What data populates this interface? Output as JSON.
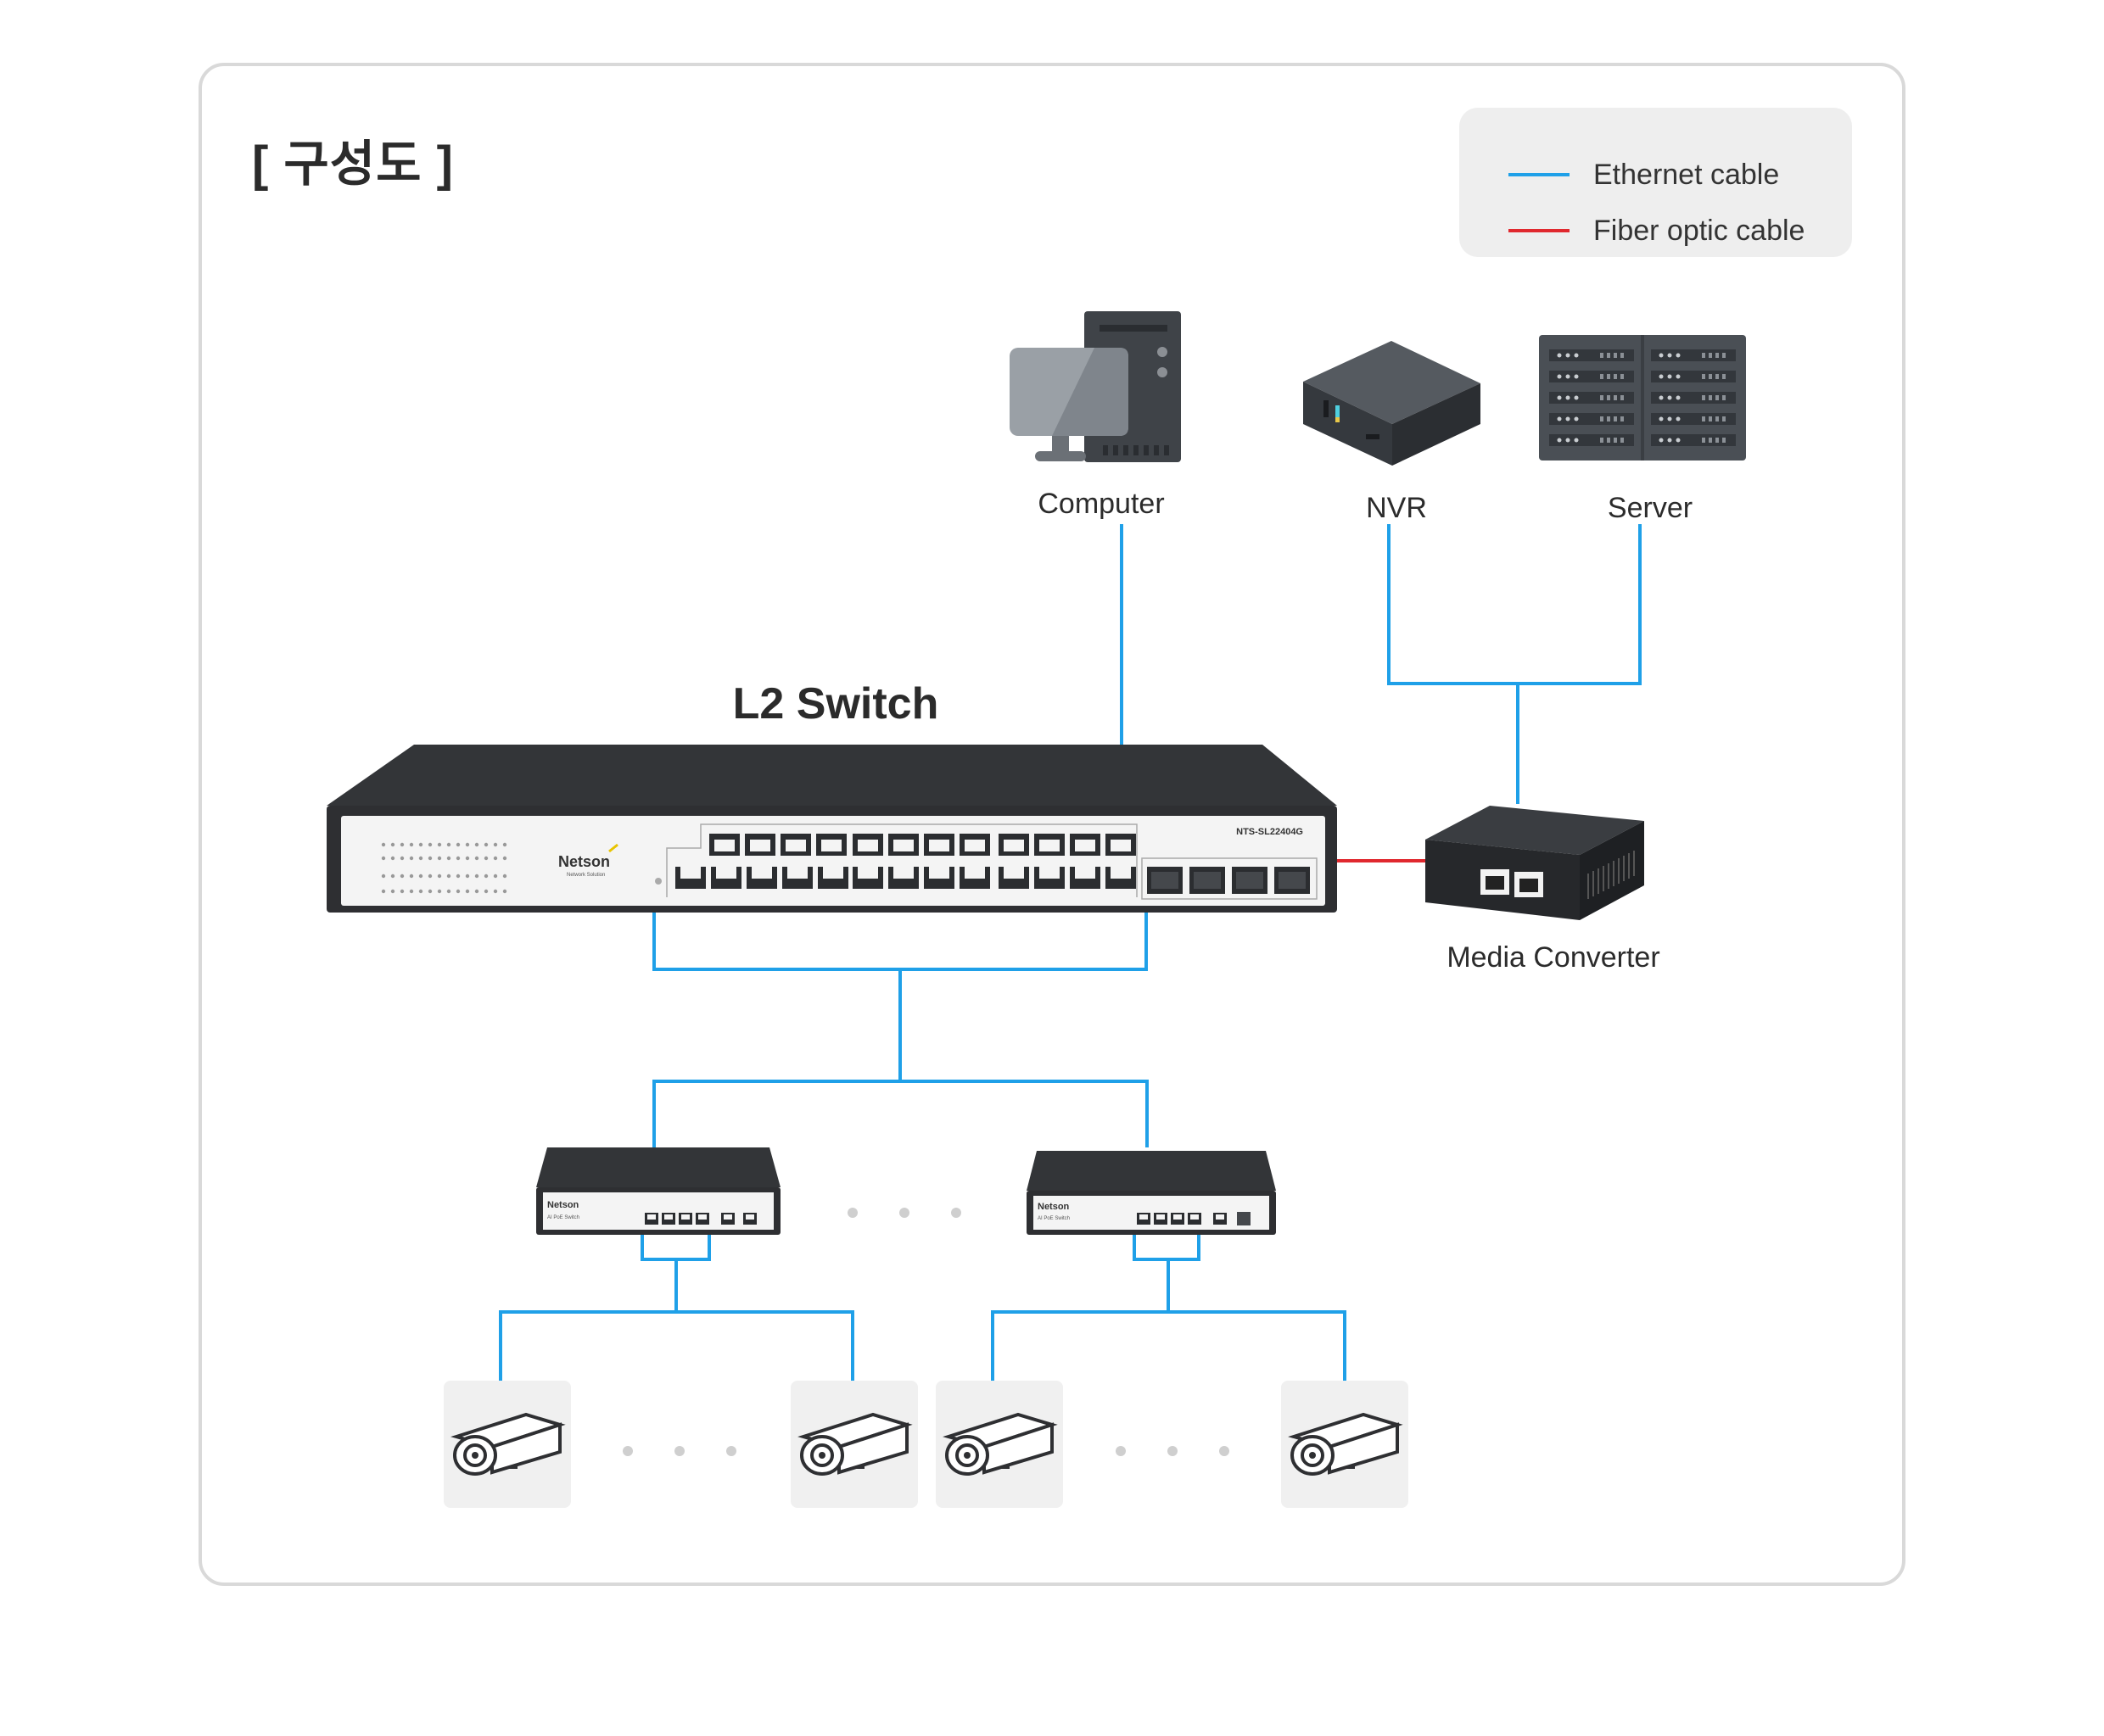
{
  "title": "[ 구성도 ]",
  "legend": {
    "items": [
      {
        "label": "Ethernet cable",
        "color": "#1fa0e8"
      },
      {
        "label": "Fiber optic cable",
        "color": "#e0282e"
      }
    ]
  },
  "colors": {
    "ethernet": "#1fa0e8",
    "fiber": "#e0282e",
    "device_dark": "#2e2e2e",
    "camera_tile": "#f0f0f0"
  },
  "devices": {
    "computer": {
      "label": "Computer",
      "icon": "desktop-computer-icon"
    },
    "nvr": {
      "label": "NVR",
      "icon": "nvr-icon"
    },
    "server": {
      "label": "Server",
      "icon": "server-rack-icon"
    },
    "l2_switch": {
      "label": "L2 Switch",
      "brand": "Netson",
      "brand_sub": "Network Solution",
      "model": "NTS-SL22404G",
      "icon": "l2-switch-icon"
    },
    "media_converter": {
      "label": "Media Converter",
      "icon": "media-converter-icon"
    },
    "poe_switch_left": {
      "brand": "Netson",
      "sub": "AI PoE Switch",
      "icon": "poe-switch-icon"
    },
    "poe_switch_right": {
      "brand": "Netson",
      "sub": "AI PoE Switch",
      "icon": "poe-switch-icon"
    },
    "cameras": {
      "icon": "cctv-camera-icon"
    }
  }
}
